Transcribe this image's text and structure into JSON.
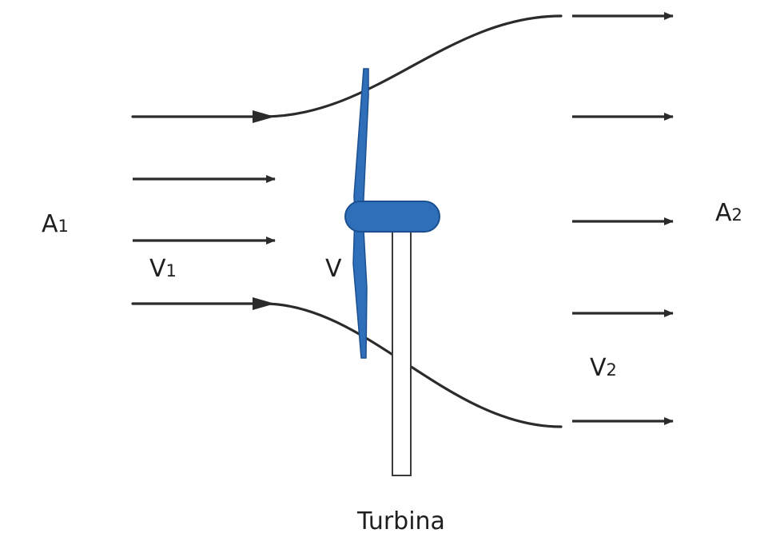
{
  "labels": {
    "inlet_area": {
      "main": "A",
      "sub": "1"
    },
    "outlet_area": {
      "main": "A",
      "sub": "2"
    },
    "inlet_velocity": {
      "main": "V",
      "sub": "1"
    },
    "rotor_velocity": {
      "main": "V"
    },
    "outlet_velocity": {
      "main": "V",
      "sub": "2"
    },
    "turbine": "Turbina"
  },
  "colors": {
    "stroke": "#2b2b2b",
    "blade": "#2f6fba",
    "blade_edge": "#1b4f8f",
    "tower_edge": "#3a3a3a",
    "background": "#ffffff"
  }
}
